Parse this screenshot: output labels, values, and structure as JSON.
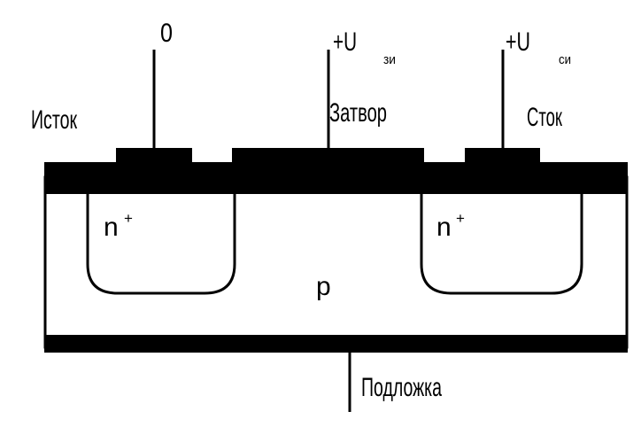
{
  "terminals": {
    "source": {
      "label": "Исток",
      "voltage": "0"
    },
    "gate": {
      "label": "Затвор",
      "voltage": "+U",
      "voltage_sub": "зи"
    },
    "drain": {
      "label": "Сток",
      "voltage": "+U",
      "voltage_sub": "си"
    },
    "substrate": {
      "label": "Подложка"
    }
  },
  "regions": {
    "source_well": {
      "type": "n",
      "doping": "+"
    },
    "drain_well": {
      "type": "n",
      "doping": "+"
    },
    "body": {
      "type": "p"
    }
  },
  "colors": {
    "ink": "#000000",
    "paper": "#ffffff"
  }
}
